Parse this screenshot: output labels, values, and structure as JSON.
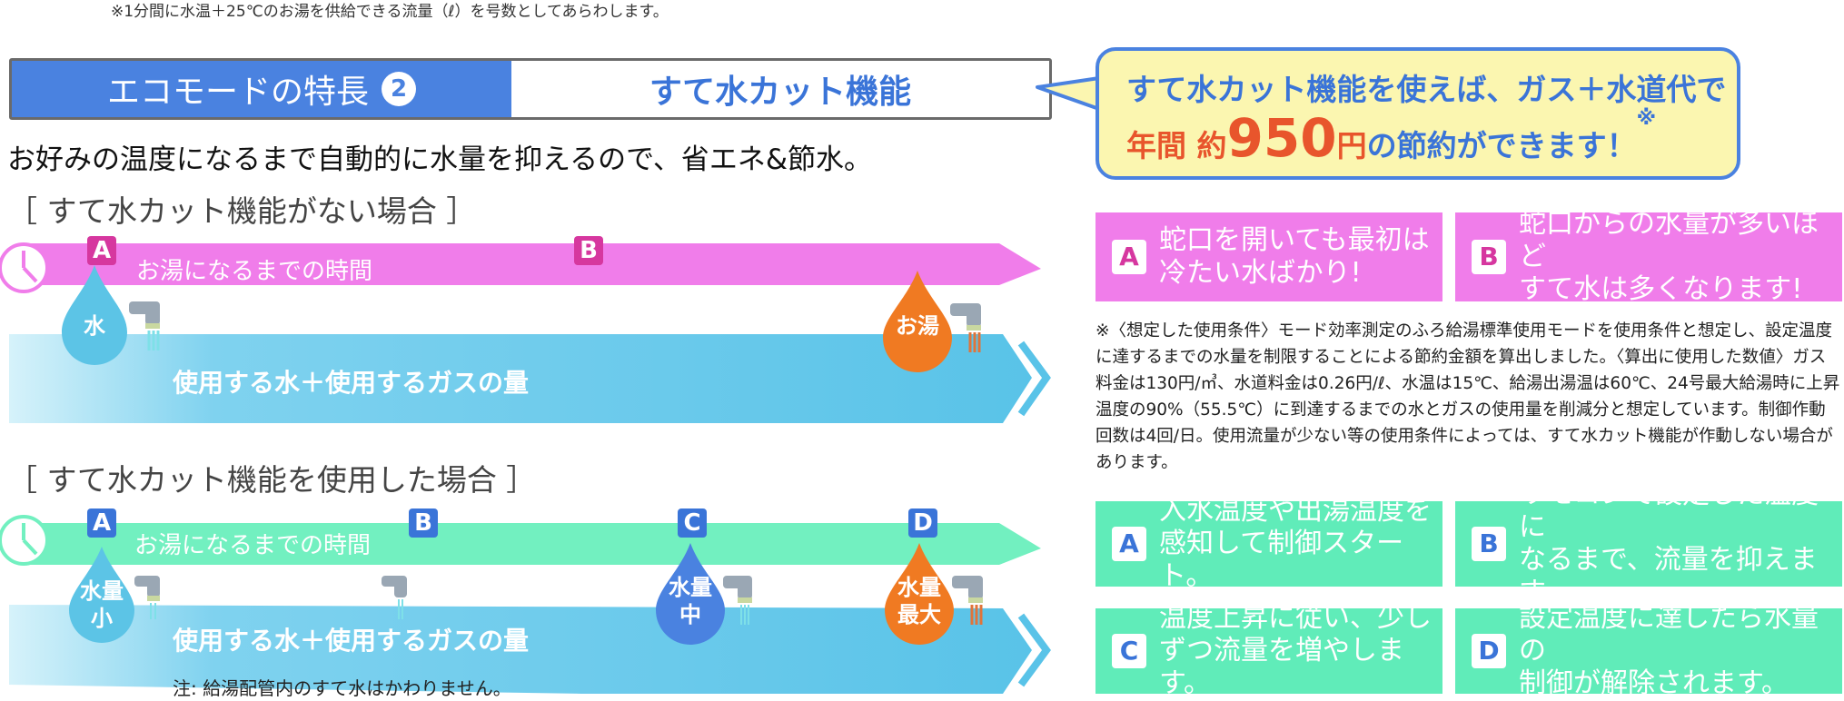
{
  "footnote_top": "※1分間に水温＋25℃のお湯を供給できる流量（ℓ）を号数としてあらわします。",
  "header": {
    "left_label": "エコモードの特長",
    "left_num": "2",
    "right_label": "すて水カット機能"
  },
  "intro": "お好みの温度になるまで自動的に水量を抑えるので、省エネ&節水。",
  "section1": {
    "label": "［ すて水カット機能がない場合 ］",
    "timeline_text": "お湯になるまでの時間",
    "badges": [
      "A",
      "B"
    ],
    "gas_text": "使用する水＋使用するガスの量",
    "drop_left": "水",
    "drop_right": "お湯"
  },
  "section2": {
    "label": "［ すて水カット機能を使用した場合 ］",
    "timeline_text": "お湯になるまでの時間",
    "badges": [
      "A",
      "B",
      "C",
      "D"
    ],
    "gas_text": "使用する水＋使用するガスの量",
    "drop_small": "水量\n小",
    "drop_mid": "水量\n中",
    "drop_max": "水量\n最大",
    "note": "注: 給湯配管内のすて水はかわりません。"
  },
  "callout": {
    "line1": "すて水カット機能を使えば、ガス＋水道代で",
    "prefix": "年間",
    "approx": "約",
    "amount": "950",
    "unit": "円",
    "suffix": "の節約ができます！",
    "star": "※"
  },
  "pink_boxes": [
    {
      "letter": "A",
      "text1": "蛇口を開いても最初は",
      "text2": "冷たい水ばかり!"
    },
    {
      "letter": "B",
      "text1": "蛇口からの水量が多いほど",
      "text2": "すて水は多くなります!"
    }
  ],
  "notes": "※〈想定した使用条件〉モード効率測定のふろ給湯標準使用モードを使用条件と想定し、設定温度に達するまでの水量を制限することによる節約金額を算出しました。〈算出に使用した数値〉ガス料金は130円/㎥、水道料金は0.26円/ℓ、水温は15℃、給湯出湯温は60℃、24号最大給湯時に上昇温度の90%（55.5℃）に到達するまでの水とガスの使用量を削減分と想定しています。制御作動回数は4回/日。使用流量が少ない等の使用条件によっては、すて水カット機能が作動しない場合があります。",
  "mint_boxes": [
    {
      "letter": "A",
      "text1": "入水温度や出湯温度を",
      "text2": "感知して制御スタート。"
    },
    {
      "letter": "B",
      "text1": "リモコンで設定した温度に",
      "text2": "なるまで、流量を抑えます。"
    },
    {
      "letter": "C",
      "text1": "温度上昇に従い、少し",
      "text2": "ずつ流量を増やします。"
    },
    {
      "letter": "D",
      "text1": "設定温度に達したら水量の",
      "text2": "制御が解除されます。"
    }
  ],
  "colors": {
    "blue": "#4a82e0",
    "pink": "#f07dea",
    "mint": "#60ecb9",
    "orange": "#f07a22",
    "water_blue": "#5cc4e6",
    "callout_yellow": "#fbf6b0"
  }
}
